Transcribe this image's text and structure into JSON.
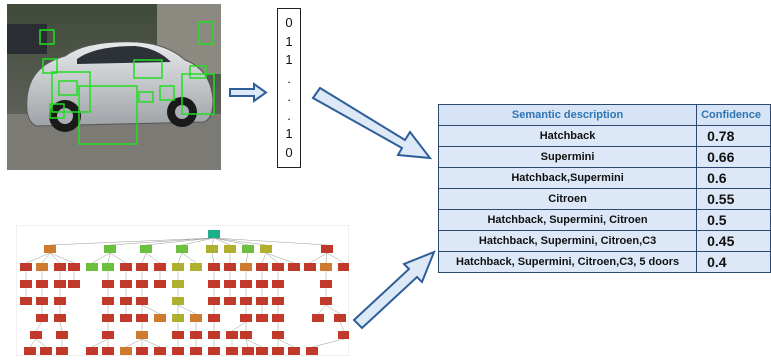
{
  "figure": {
    "vector_bits": [
      "0",
      "1",
      "1",
      ".",
      ".",
      ".",
      "1",
      "0"
    ],
    "table": {
      "headers": {
        "description": "Semantic description",
        "confidence": "Confidence"
      },
      "rows": [
        {
          "description": "Hatchback",
          "confidence": "0.78"
        },
        {
          "description": "Supermini",
          "confidence": "0.66"
        },
        {
          "description": "Hatchback,Supermini",
          "confidence": "0.6"
        },
        {
          "description": "Citroen",
          "confidence": "0.55"
        },
        {
          "description": "Hatchback, Supermini, Citroen",
          "confidence": "0.5"
        },
        {
          "description": "Hatchback, Supermini, Citroen,C3",
          "confidence": "0.45"
        },
        {
          "description": "Hatchback, Supermini, Citroen,C3, 5 doors",
          "confidence": "0.4"
        }
      ]
    },
    "colors": {
      "arrow_fill": "#dde9f6",
      "arrow_stroke": "#2e5f9a",
      "bbox": "#22dd22",
      "tree_top": "#1fae8a",
      "tree_green": "#6cc040",
      "tree_olive": "#b0b030",
      "tree_orange": "#d07a30",
      "tree_red": "#c0392b"
    }
  }
}
